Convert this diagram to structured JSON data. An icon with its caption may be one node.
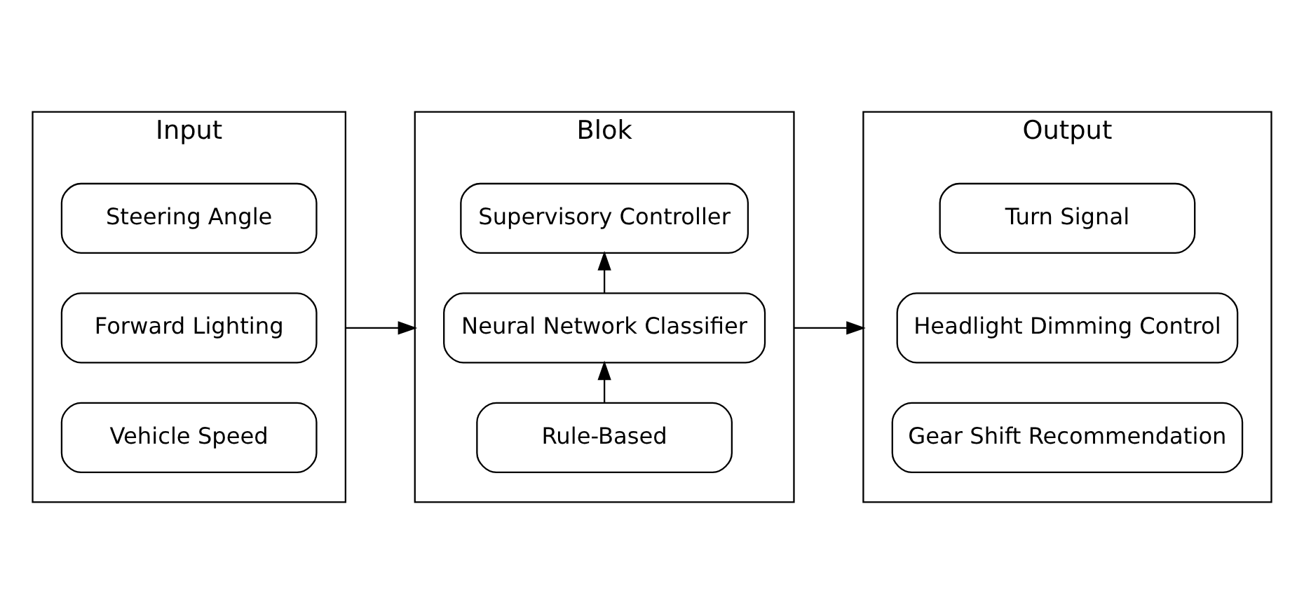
{
  "diagram": {
    "nodes": [
      {
        "text": [
          "Input"
        ]
      },
      {
        "text": [
          "Steering Angle"
        ],
        "in": 0
      },
      {
        "text": [
          "Forward Lighting"
        ],
        "in": 0
      },
      {
        "text": [
          "Vehicle Speed"
        ],
        "in": 0
      },
      {
        "text": [
          "Blok"
        ]
      },
      {
        "text": [
          "Rule-Based"
        ],
        "in": 4
      },
      {
        "text": [
          "Neural Network Classifier"
        ],
        "in": 4
      },
      {
        "text": [
          "Supervisory Controller"
        ],
        "in": 4
      },
      {
        "text": [
          "Output"
        ]
      },
      {
        "text": [
          "Turn Signal"
        ],
        "in": 8
      },
      {
        "text": [
          "Headlight Dimming Control"
        ],
        "in": 8
      },
      {
        "text": [
          "Gear Shift Recommendation"
        ],
        "in": 8
      }
    ],
    "edges": [
      {
        "from": 0,
        "to": 4,
        "arrow": "to"
      },
      {
        "from": 4,
        "to": 8,
        "arrow": "to"
      },
      {
        "from": 5,
        "to": 6,
        "arrow": "to"
      },
      {
        "from": 6,
        "to": 7,
        "arrow": "to"
      }
    ]
  }
}
